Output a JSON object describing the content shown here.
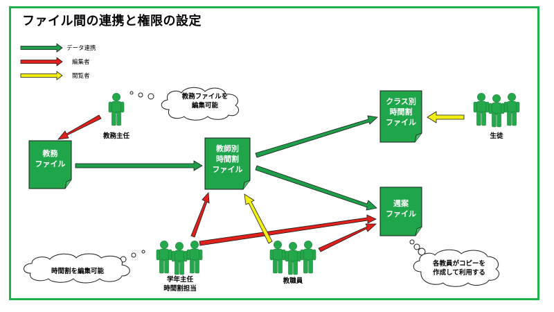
{
  "title": "ファイル間の連携と権限の設定",
  "colors": {
    "frame": "#1fb14a",
    "document": "#1fa64a",
    "person": "#23a84b",
    "data_link": "#1f9e4a",
    "editor": "#e0201b",
    "viewer": "#f2ee16"
  },
  "legend": [
    {
      "label": "データ連携",
      "kind": "data-link",
      "color": "#1f9e4a"
    },
    {
      "label": "編集者",
      "kind": "editor",
      "color": "#e0201b"
    },
    {
      "label": "閲覧者",
      "kind": "viewer",
      "color": "#f2ee16"
    }
  ],
  "documents": {
    "kyomu": {
      "line1": "教務",
      "line2": "ファイル"
    },
    "teacher": {
      "line1": "教師別",
      "line2": "時間割",
      "line3": "ファイル"
    },
    "class": {
      "line1": "クラス別",
      "line2": "時間割",
      "line3": "ファイル"
    },
    "weekly": {
      "line1": "週案",
      "line2": "ファイル"
    }
  },
  "people": {
    "head": {
      "line1": "教務主任",
      "icon": "person-icon"
    },
    "grade": {
      "line1": "学年主任",
      "line2": "時間割担当",
      "icon": "group-icon"
    },
    "staff": {
      "line1": "教職員",
      "icon": "group-icon"
    },
    "students": {
      "line1": "生徒",
      "icon": "group-icon"
    }
  },
  "clouds": {
    "head": {
      "line1": "教務ファイルを",
      "line2": "編集可能"
    },
    "grade": {
      "line1": "時間割を編集可能"
    },
    "staff": {
      "line1": "各教員がコピーを",
      "line2": "作成して利用する"
    }
  }
}
